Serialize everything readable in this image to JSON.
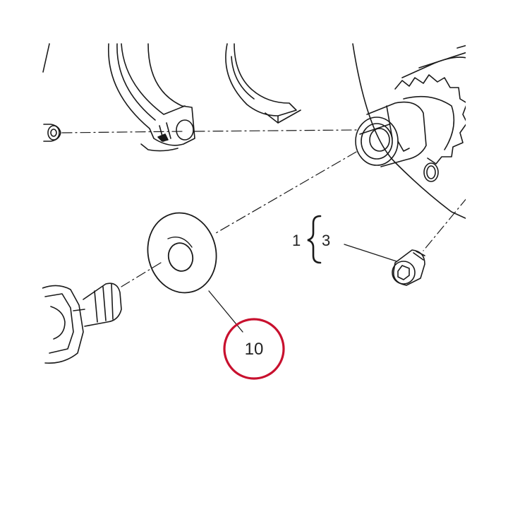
{
  "diagram": {
    "callouts": [
      {
        "id": "group",
        "label": "1"
      },
      {
        "id": "grub-screw",
        "label": "3"
      },
      {
        "id": "washer",
        "label": "10"
      }
    ],
    "colors": {
      "line": "#1a1a1a",
      "highlight": "#c8102e",
      "background": "#ffffff"
    },
    "highlighted_callout": "10"
  }
}
